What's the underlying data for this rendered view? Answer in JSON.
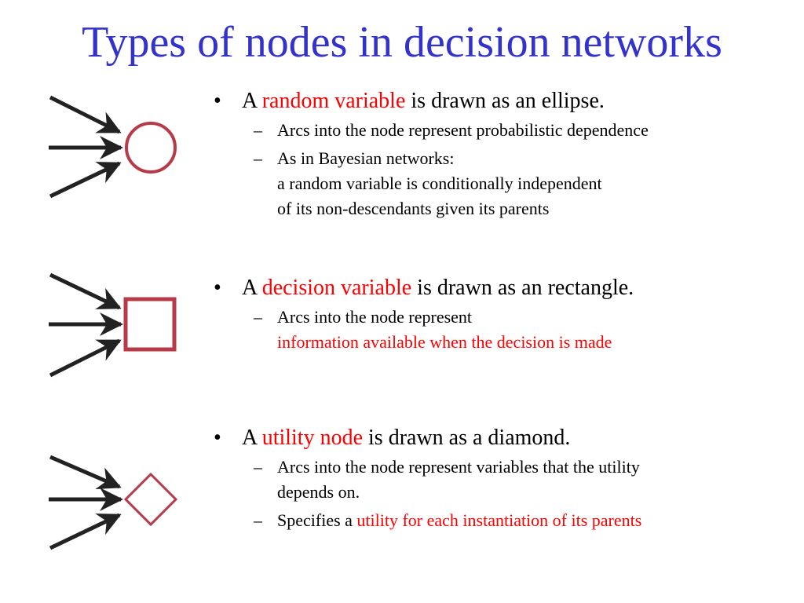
{
  "title": "Types of nodes in decision networks",
  "colors": {
    "title": "#3333cc",
    "highlight": "#ff0000",
    "node_stroke": "#b83a48",
    "arrow": "#222222"
  },
  "sections": [
    {
      "node_shape": "circle-icon",
      "bullet": {
        "pre": "A ",
        "highlight": "random variable",
        "post": " is drawn as an ellipse."
      },
      "subs": [
        {
          "text": "Arcs into the node represent probabilistic dependence"
        },
        {
          "line1": "As in Bayesian networks:",
          "line2": "a random variable is conditionally independent",
          "line3": "of its non-descendants given its parents"
        }
      ]
    },
    {
      "node_shape": "square-icon",
      "bullet": {
        "pre": "A ",
        "highlight": "decision variable",
        "post": " is drawn as an rectangle."
      },
      "subs": [
        {
          "line1": "Arcs into the node represent",
          "line2_red": "information available when the decision is made"
        }
      ]
    },
    {
      "node_shape": "diamond-icon",
      "bullet": {
        "pre": "A ",
        "highlight": "utility node",
        "post": " is drawn as a diamond."
      },
      "subs": [
        {
          "line1": "Arcs into the node represent variables that the utility",
          "line2": "depends on."
        },
        {
          "pre": "Specifies a ",
          "red": "utility for each instantiation of its parents"
        }
      ]
    }
  ]
}
